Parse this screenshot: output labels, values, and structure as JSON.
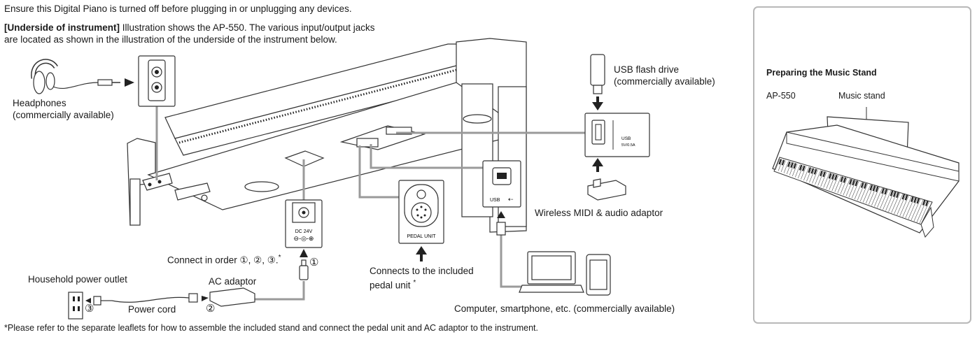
{
  "header": {
    "warning": "Ensure this Digital Piano is turned off before plugging in or unplugging any devices.",
    "section_label": "[Underside of instrument]",
    "section_desc_1": " Illustration shows the AP-550. The various input/output jacks",
    "section_desc_2": "are located as shown in the illustration of the underside of the instrument below."
  },
  "labels": {
    "headphones_1": "Headphones",
    "headphones_2": "(commercially available)",
    "usb_flash_1": "USB flash drive",
    "usb_flash_2": "(commercially available)",
    "wireless": "Wireless MIDI & audio adaptor",
    "connect_order": "Connect in order ①, ②, ③.",
    "connect_order_note": "*",
    "pedal_1": "Connects to the included",
    "pedal_2": "pedal unit",
    "pedal_note": "*",
    "outlet": "Household power outlet",
    "ac_adaptor": "AC adaptor",
    "power_cord": "Power cord",
    "computer": "Computer, smartphone, etc. (commercially available)",
    "step1": "①",
    "step2": "②",
    "step3": "③"
  },
  "jack_labels": {
    "dc": "DC 24V",
    "pedal_unit": "PEDAL UNIT",
    "usb": "USB",
    "usb_rating": "5V/0.5A"
  },
  "footnote": "*Please refer to the separate leaflets for how to assemble the included stand and connect the pedal unit and AC adaptor to the instrument.",
  "side_panel": {
    "title": "Preparing the Music Stand",
    "model": "AP-550",
    "music_stand": "Music stand"
  },
  "colors": {
    "cable": "#9a9a9a",
    "line": "#333333",
    "panel_border": "#b8b8b8"
  }
}
